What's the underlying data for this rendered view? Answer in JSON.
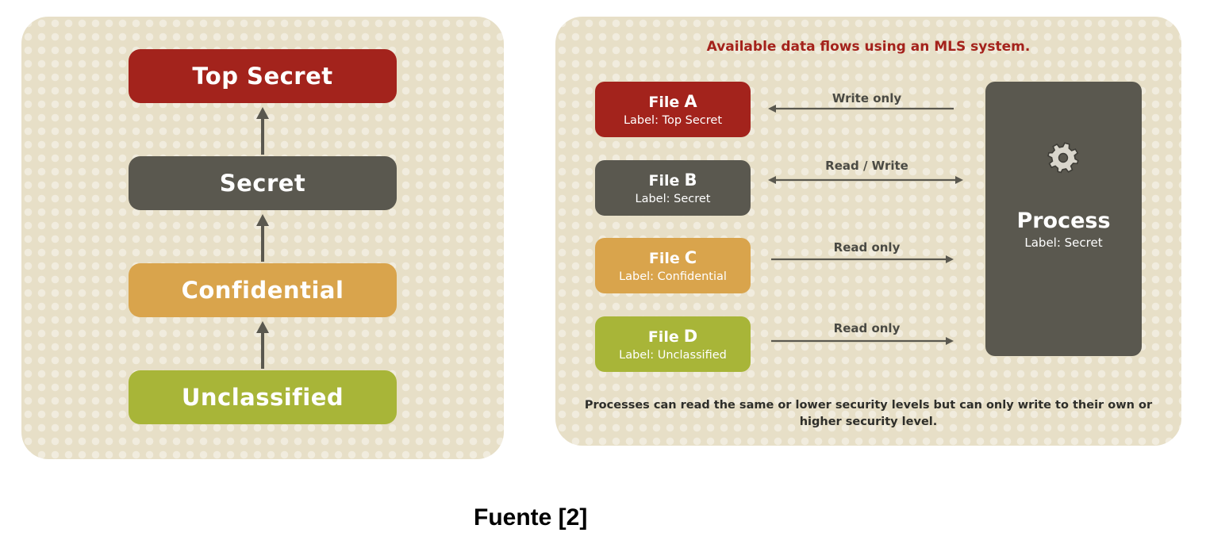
{
  "hierarchy": {
    "levels": [
      {
        "label": "Top Secret",
        "color": "#a3231c"
      },
      {
        "label": "Secret",
        "color": "#5a584f"
      },
      {
        "label": "Confidential",
        "color": "#d9a44c"
      },
      {
        "label": "Unclassified",
        "color": "#a8b538"
      }
    ]
  },
  "flows_panel": {
    "title": "Available data flows using an MLS system.",
    "files": [
      {
        "name": "File",
        "letter": "A",
        "label": "Label: Top Secret",
        "color": "#a3231c",
        "flow": "Write only",
        "direction": "to-file"
      },
      {
        "name": "File",
        "letter": "B",
        "label": "Label: Secret",
        "color": "#5a584f",
        "flow": "Read / Write",
        "direction": "both"
      },
      {
        "name": "File",
        "letter": "C",
        "label": "Label: Confidential",
        "color": "#d9a44c",
        "flow": "Read only",
        "direction": "to-process"
      },
      {
        "name": "File",
        "letter": "D",
        "label": "Label: Unclassified",
        "color": "#a8b538",
        "flow": "Read only",
        "direction": "to-process"
      }
    ],
    "process": {
      "title": "Process",
      "label": "Label: Secret",
      "icon": "gear-icon"
    },
    "footnote": "Processes can read the same or lower security levels but can only write to their own or higher security level."
  },
  "caption": "Fuente [2]"
}
